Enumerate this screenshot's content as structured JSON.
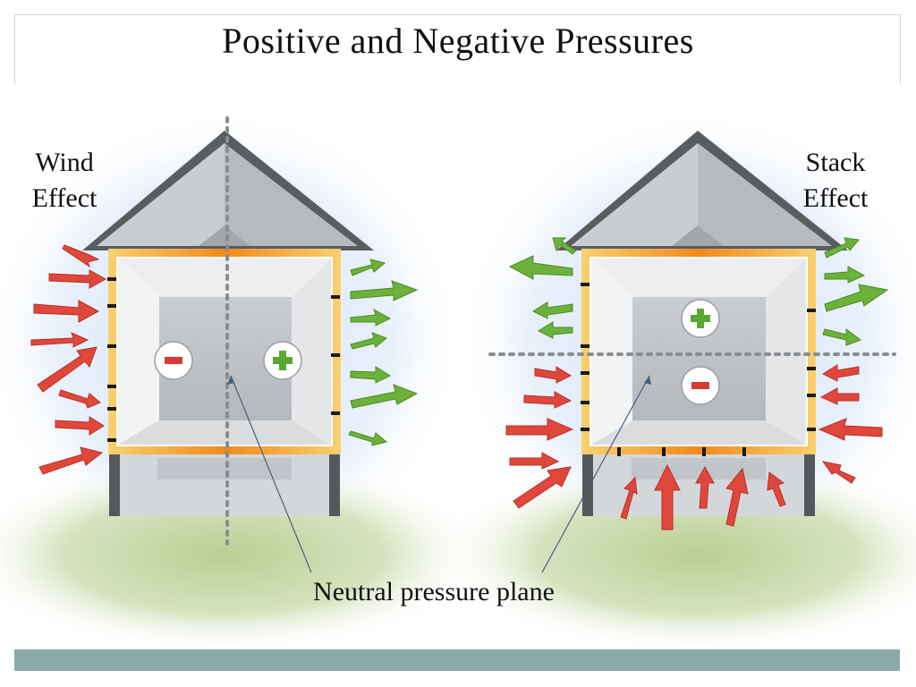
{
  "page": {
    "title": "Positive and Negative Pressures",
    "footer_color": "#8aa9ab"
  },
  "wind": {
    "label_line1": "Wind",
    "label_line2": "Effect",
    "negative_sign": "−",
    "positive_sign": "+"
  },
  "stack": {
    "label_line1": "Stack",
    "label_line2": "Effect",
    "positive_sign": "+",
    "negative_sign": "−"
  },
  "annotation": {
    "neutral_pressure_plane": "Neutral pressure plane"
  },
  "colors": {
    "inflow_arrow": "#e0473c",
    "outflow_arrow": "#6cb23a",
    "wall_orange": "#f08a1e",
    "roof_dark": "#5a5d60",
    "negative_badge": "#d63a32",
    "positive_badge": "#5aa832"
  },
  "icons": {
    "negative": "minus-badge-icon",
    "positive": "plus-badge-icon",
    "inflow": "red-arrow-icon",
    "outflow": "green-arrow-icon"
  }
}
